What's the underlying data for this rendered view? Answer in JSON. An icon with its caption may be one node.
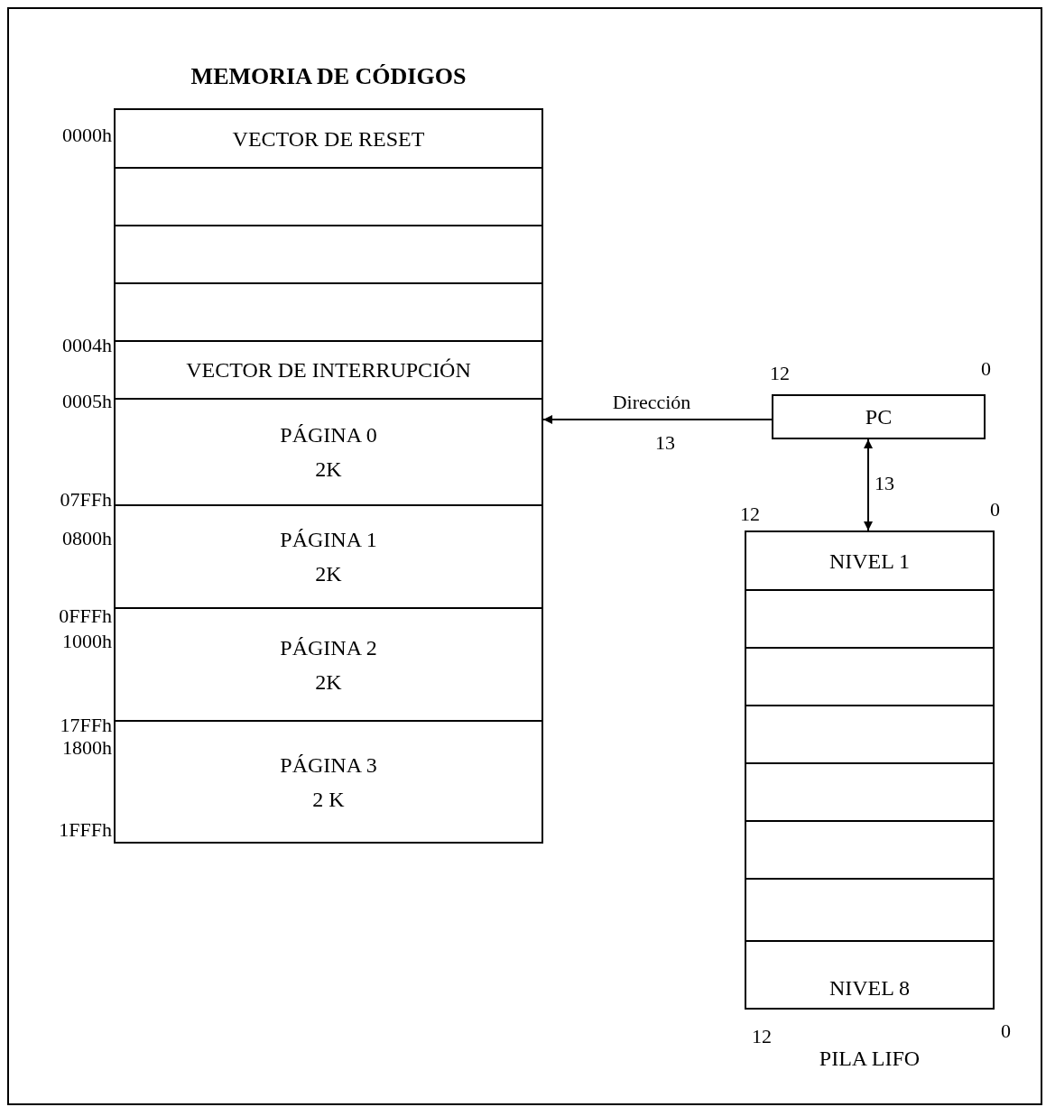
{
  "diagram": {
    "nodes": [
      {
        "text": [
          "MEMORIA DE CÓDIGOS"
        ]
      },
      {
        "text": [
          "VECTOR DE RESET"
        ],
        "in": 0,
        "beside": [
          "0000h"
        ]
      },
      {
        "text": [],
        "shape": "box",
        "in": 0
      },
      {
        "text": [],
        "shape": "box",
        "in": 0
      },
      {
        "text": [],
        "shape": "box",
        "in": 0
      },
      {
        "text": [
          "VECTOR DE INTERRUPCIÓN"
        ],
        "in": 0,
        "beside": [
          "0004h"
        ]
      },
      {
        "text": [
          "PÁGINA 0",
          "2K"
        ],
        "in": 0,
        "beside": [
          "0005h",
          "07FFh"
        ]
      },
      {
        "text": [
          "PÁGINA 1",
          "2K"
        ],
        "in": 0,
        "beside": [
          "0800h",
          "0FFFh"
        ]
      },
      {
        "text": [
          "PÁGINA 2",
          "2K"
        ],
        "in": 0,
        "beside": [
          "1000h",
          "17FFh"
        ]
      },
      {
        "text": [
          "PÁGINA 3",
          "2 K"
        ],
        "in": 0,
        "beside": [
          "1800h",
          "1FFFh"
        ]
      },
      {
        "text": [
          "PC"
        ],
        "beside": [
          "12",
          "0"
        ]
      },
      {
        "text": [
          "PILA LIFO"
        ],
        "beside": [
          "12",
          "0",
          "12",
          "0"
        ]
      },
      {
        "text": [
          "NIVEL 1"
        ],
        "in": 11
      },
      {
        "text": [],
        "shape": "box",
        "in": 11
      },
      {
        "text": [],
        "shape": "box",
        "in": 11
      },
      {
        "text": [],
        "shape": "box",
        "in": 11
      },
      {
        "text": [],
        "shape": "box",
        "in": 11
      },
      {
        "text": [],
        "shape": "box",
        "in": 11
      },
      {
        "text": [],
        "shape": "box",
        "in": 11
      },
      {
        "text": [
          "NIVEL 8"
        ],
        "in": 11
      }
    ],
    "edges": [
      {
        "from": 10,
        "to": 6,
        "arrow": "to",
        "label": "Dirección"
      },
      {
        "from": 10,
        "to": 12,
        "arrow": "both",
        "label": "13"
      }
    ],
    "labels": [
      "13"
    ]
  }
}
